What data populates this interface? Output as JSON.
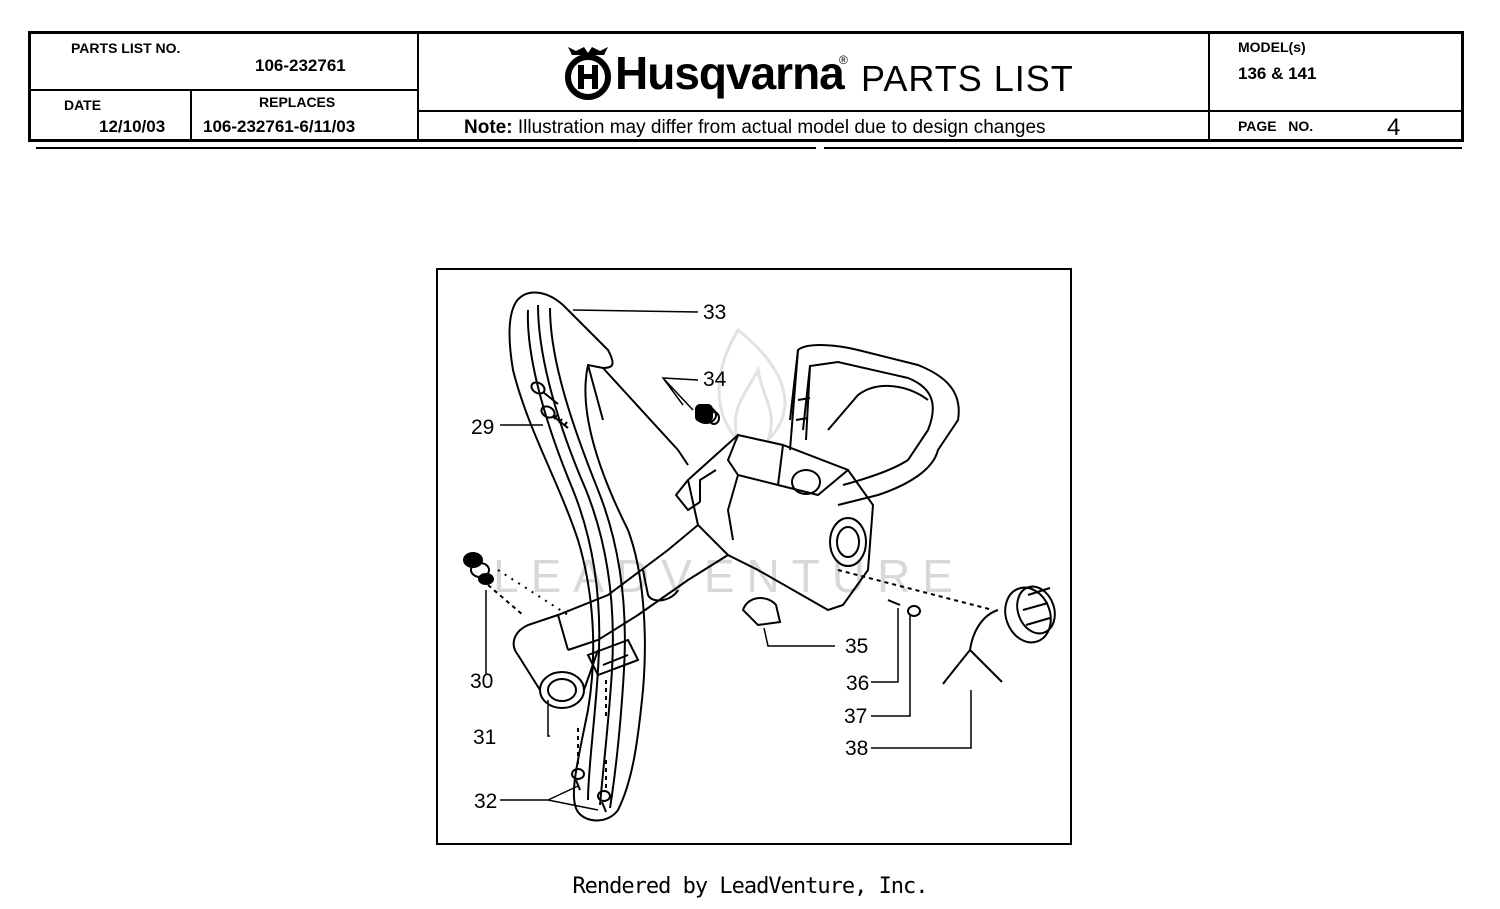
{
  "header": {
    "parts_list_no_label": "PARTS LIST NO.",
    "parts_list_no": "106-232761",
    "date_label": "DATE",
    "date": "12/10/03",
    "replaces_label": "REPLACES",
    "replaces": "106-232761-6/11/03",
    "brand": "Husqvarna",
    "registered_mark": "®",
    "title": "PARTS LIST",
    "note_label": "Note:",
    "note_text": " Illustration may differ from actual model due to design changes",
    "models_label": "MODEL(s)",
    "models": "136 & 141",
    "page_label": "PAGE   NO.",
    "page_no": "4"
  },
  "diagram": {
    "watermark": "LEADVENTURE",
    "callouts": [
      "33",
      "34",
      "29",
      "35",
      "30",
      "36",
      "37",
      "31",
      "38",
      "32"
    ]
  },
  "footer": {
    "text": "Rendered by LeadVenture, Inc."
  }
}
